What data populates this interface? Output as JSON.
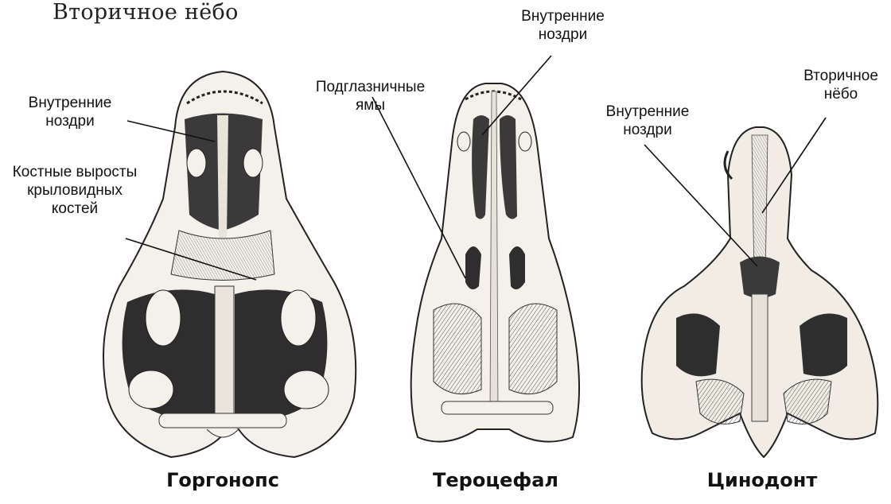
{
  "title": "Вторичное нёбо",
  "skulls": [
    {
      "name": "Горгонопс",
      "labels": [
        "Внутренние ноздри",
        "Костные выросты крыловидных костей"
      ]
    },
    {
      "name": "Тероцефал",
      "labels": [
        "Подглазничные ямы",
        "Внутренние ноздри"
      ]
    },
    {
      "name": "Цинодонт",
      "labels": [
        "Внутренние ноздри",
        "Вторичное нёбо"
      ]
    }
  ]
}
